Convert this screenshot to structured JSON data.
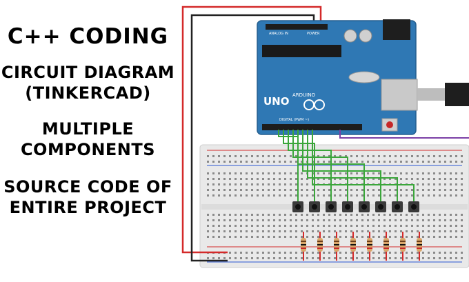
{
  "headlines": {
    "line1": "C++ CODING",
    "line2a": "CIRCUIT DIAGRAM",
    "line2b": "(TINKERCAD)",
    "line3a": "MULTIPLE",
    "line3b": "COMPONENTS",
    "line4a": "SOURCE CODE OF",
    "line4b": "ENTIRE PROJECT"
  },
  "board": {
    "model": "UNO",
    "brand": "ARDUINO",
    "board_color": "#2f78b4",
    "header_labels": [
      "ANALOG IN",
      "POWER",
      "DIGITAL (PWM ~)"
    ]
  },
  "breadboard": {
    "button_count": 8,
    "resistor_count": 8
  },
  "colors": {
    "wire_red": "#d42a2a",
    "wire_black": "#222222",
    "wire_green": "#3aa63a",
    "wire_purple": "#7b3fa6",
    "breadboard": "#e9e9e9"
  }
}
